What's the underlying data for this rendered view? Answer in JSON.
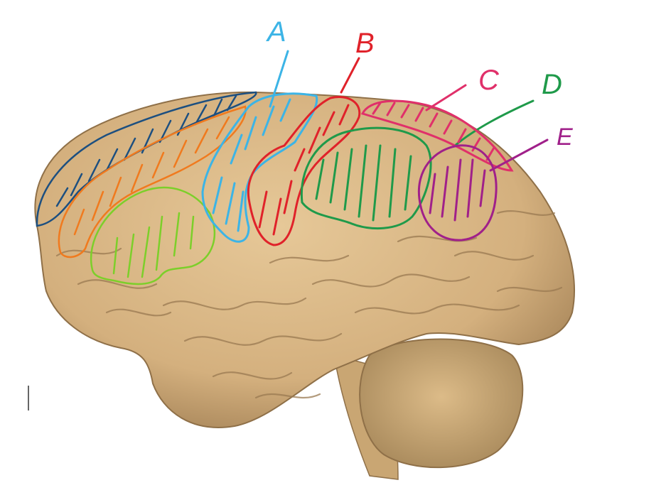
{
  "image": {
    "background_color": "#ffffff",
    "brain_color": "#d9b887",
    "brain_shadow_color": "#9a7a52",
    "cerebellum_color": "#caa673"
  },
  "labels": [
    {
      "id": "A",
      "text": "A",
      "color": "#3cb4e6"
    },
    {
      "id": "B",
      "text": "B",
      "color": "#e0222a"
    },
    {
      "id": "C",
      "text": "C",
      "color": "#e0306a"
    },
    {
      "id": "D",
      "text": "D",
      "color": "#1f9a4a"
    },
    {
      "id": "E",
      "text": "E",
      "color": "#a0208a"
    }
  ],
  "outline_colors": {
    "dark_blue": "#1c4f80",
    "orange": "#f07a1e",
    "light_green": "#7ccf2a"
  }
}
